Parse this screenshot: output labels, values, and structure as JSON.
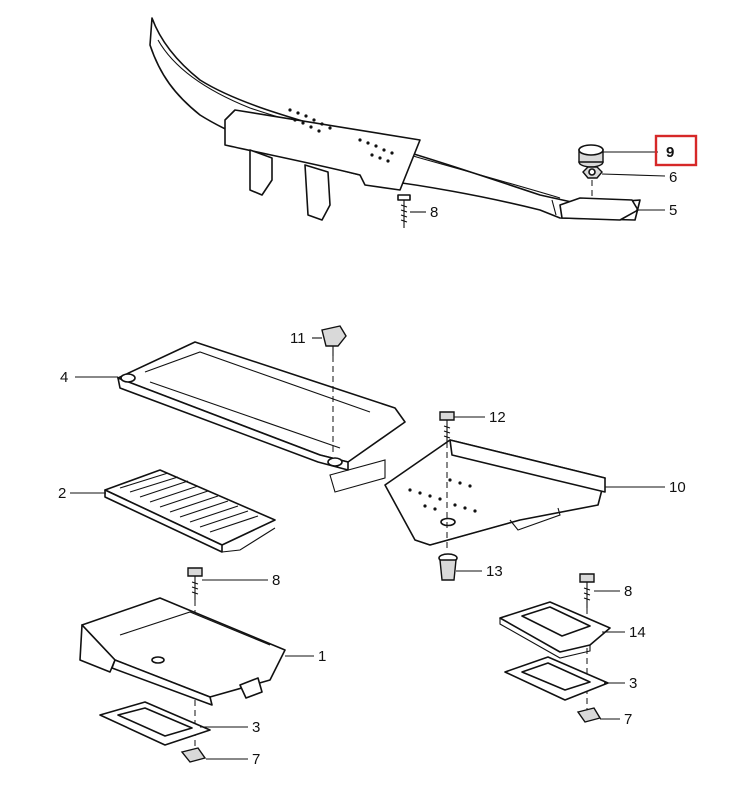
{
  "diagram": {
    "highlight_color": "#d62828",
    "callouts": [
      {
        "id": "c9",
        "label": "9",
        "highlighted": true
      },
      {
        "id": "c6",
        "label": "6"
      },
      {
        "id": "c5",
        "label": "5"
      },
      {
        "id": "c8a",
        "label": "8"
      },
      {
        "id": "c11",
        "label": "11"
      },
      {
        "id": "c4",
        "label": "4"
      },
      {
        "id": "c12",
        "label": "12"
      },
      {
        "id": "c10",
        "label": "10"
      },
      {
        "id": "c2",
        "label": "2"
      },
      {
        "id": "c13",
        "label": "13"
      },
      {
        "id": "c8b",
        "label": "8"
      },
      {
        "id": "c1",
        "label": "1"
      },
      {
        "id": "c3a",
        "label": "3"
      },
      {
        "id": "c7a",
        "label": "7"
      },
      {
        "id": "c8c",
        "label": "8"
      },
      {
        "id": "c14",
        "label": "14"
      },
      {
        "id": "c3b",
        "label": "3"
      },
      {
        "id": "c7b",
        "label": "7"
      }
    ]
  }
}
